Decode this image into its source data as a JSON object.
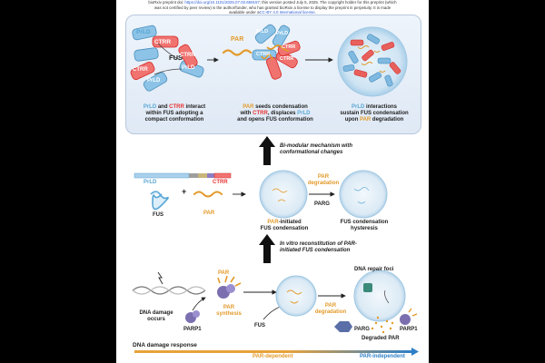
{
  "header": {
    "line1_a": "bioRxiv preprint doi: ",
    "line1_link": "https://doi.org/10.1101/2025.07.03.659157",
    "line1_b": "; this version posted July 5, 2025. The copyright holder for this preprint (which",
    "line2": "was not certified by peer review) is the author/funder, who has granted bioRxiv a license to display the preprint in perpetuity. It is made",
    "line3_a": "available under a",
    "line3_link": "CC-BY 4.0 International license",
    "line3_b": "."
  },
  "top_panel": {
    "blob_prld_1": "PrLD",
    "blob_ctrr_1": "CTRR",
    "blob_fus": "FUS",
    "blob_ctrr_2": "CTRR",
    "blob_prld_2": "PrLD",
    "blob_prld_3": "PrLD",
    "blob_ctrr_3": "CTRR",
    "par_label": "PAR",
    "seed_prld_1": "PrLD",
    "seed_prld_2": "PrLD",
    "seed_ctrr_1": "CTRR",
    "seed_ctrr_2": "CTRR",
    "seed_ctrr_3": "CTRR",
    "cap1": {
      "prld": "PrLD",
      "and": " and ",
      "ctrr": "CTRR",
      "rest": " interact",
      "l2": "within FUS adopting a",
      "l3": "compact conformation"
    },
    "cap2": {
      "par": "PAR",
      "rest1": " seeds condensation",
      "l2a": "with ",
      "ctrr": "CTRR",
      "l2b": ", displaces ",
      "prld": "PrLD",
      "l3": "and opens FUS conformation"
    },
    "cap3": {
      "prld": "PrLD",
      "rest1": " interactions",
      "l2": "sustain FUS condensation",
      "l3a": "upon ",
      "par": "PAR",
      "l3b": " degradation"
    }
  },
  "arrow1": {
    "l1": "Bi-modular mechanism with",
    "l2": "conformational changes"
  },
  "middle_panel": {
    "domain_prld": "PrLD",
    "domain_ctrr": "CTRR",
    "fus": "FUS",
    "plus": "+",
    "par": "PAR",
    "par_degradation": {
      "l1": "PAR",
      "l2": "degradation"
    },
    "parg": "PARG",
    "cap_a": {
      "par": "PAR",
      "rest": "-initiated",
      "l2": "FUS condensation"
    },
    "cap_b": {
      "l1": "FUS condensation",
      "l2": "hysteresis"
    }
  },
  "arrow2": {
    "l1": "In vitro reconstitution of PAR-",
    "l2": "initiated FUS condensation"
  },
  "bottom_panel": {
    "dna_damage": {
      "l1": "DNA damage",
      "l2": "occurs"
    },
    "parp1_left": "PARP1",
    "par_top": "PAR",
    "par_synthesis": {
      "l1": "PAR",
      "l2": "synthesis"
    },
    "fus": "FUS",
    "dna_repair_foci": "DNA repair foci",
    "par_degradation": {
      "l1": "PAR",
      "l2": "degradation"
    },
    "parg": "PARG",
    "parp1_right": "PARP1",
    "degraded_par": "Degraded PAR"
  },
  "footer": {
    "response": "DNA damage response",
    "par_dependent": "PAR-dependent",
    "par_independent": "PAR-independent"
  },
  "colors": {
    "prld": "#5aa7d6",
    "ctrr": "#e8312f",
    "par": "#e39a2a",
    "parp1": "#7b6fb0",
    "panel": "#e6eef8"
  }
}
